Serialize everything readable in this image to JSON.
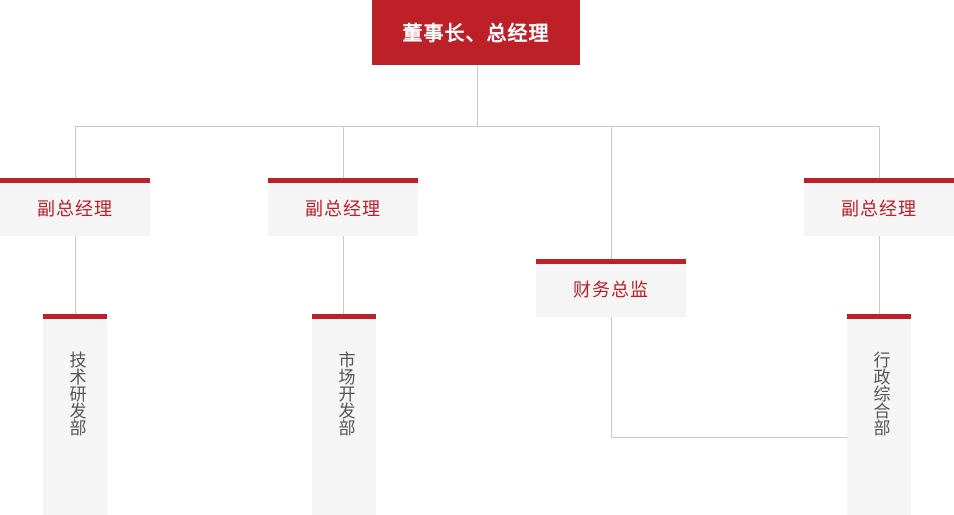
{
  "chart": {
    "type": "org-chart",
    "title": "",
    "colors": {
      "accent_red": "#be2028",
      "box_background": "#f5f5f5",
      "connector_line": "#c9c9c9",
      "department_text": "#555555",
      "page_background": "#ffffff"
    },
    "levels": [
      {
        "level": 1,
        "nodes": [
          {
            "id": "chairman",
            "label": "董事长、总经理",
            "style": "filled-red",
            "text_color": "#ffffff"
          }
        ]
      },
      {
        "level": 2,
        "nodes": [
          {
            "id": "deputy-gm-1",
            "label": "副总经理",
            "style": "gray-red-top",
            "text_color": "#be2028"
          },
          {
            "id": "deputy-gm-2",
            "label": "副总经理",
            "style": "gray-red-top",
            "text_color": "#be2028"
          },
          {
            "id": "cfo",
            "label": "财务总监",
            "style": "gray-red-top",
            "text_color": "#be2028"
          },
          {
            "id": "deputy-gm-3",
            "label": "副总经理",
            "style": "gray-red-top",
            "text_color": "#be2028"
          }
        ]
      },
      {
        "level": 3,
        "nodes": [
          {
            "id": "dept-rd",
            "label": "技术研发部",
            "parent": "deputy-gm-1",
            "orientation": "vertical"
          },
          {
            "id": "dept-market",
            "label": "市场开发部",
            "parent": "deputy-gm-2",
            "orientation": "vertical"
          },
          {
            "id": "dept-admin",
            "label": "行政综合部",
            "parent": "deputy-gm-3",
            "orientation": "vertical"
          }
        ]
      }
    ]
  }
}
